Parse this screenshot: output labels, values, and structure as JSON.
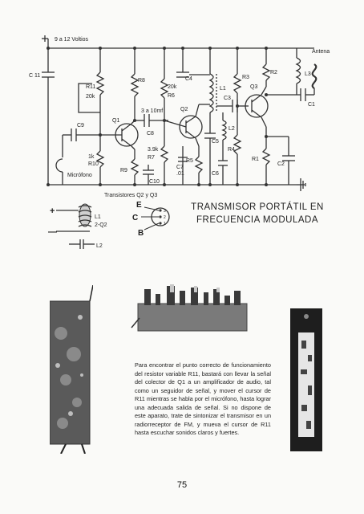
{
  "schematic": {
    "supply_label": "9 a 12 Voltios",
    "antenna_label": "Antena",
    "microphone_label": "Micrófono",
    "transistors_label": "Transistores Q2 y Q3",
    "components": {
      "c11": "C 11",
      "r11": "R11",
      "r11_value": "20k",
      "r8": "R8",
      "r6": "R6",
      "r6_value": "20k",
      "c4": "C4",
      "l1": "L1",
      "r3": "R3",
      "r2": "R2",
      "q3": "Q3",
      "l3": "L3",
      "c1": "C1",
      "c9": "C9",
      "q1": "Q1",
      "c8_value": "3 a 10mf",
      "c8": "C8",
      "q2": "Q2",
      "c3": "C3",
      "l2": "L2",
      "c5": "C5",
      "r4": "R4",
      "r1": "R1",
      "c2": "C2",
      "c6": "C6",
      "r10_value": "1k",
      "r10": "R10",
      "r9": "R9",
      "r7_value": "3.9k",
      "r7": "R7",
      "r5": "R5",
      "c7": "C7",
      "c7_value": ".01",
      "c10": "C10"
    },
    "pinout": {
      "e": "E",
      "c": "C",
      "b": "B",
      "pins": [
        "3",
        "2",
        "1"
      ]
    },
    "coil": {
      "plus": "+",
      "minus": "—",
      "l1": "L1",
      "l1_q2": "2-Q2",
      "l2": "L2"
    }
  },
  "title": {
    "line1": "TRANSMISOR  PORTÁTIL  EN",
    "line2": "FRECUENCIA     MODULADA"
  },
  "body_text": "Para encontrar el punto correcto de funcionamiento del resistor variable R11, bastará con llevar la señal del colector de Q1 a un amplificador de audio, tal como un seguidor de señal, y mover el cursor de R11 mientras se habla por el micrófono, hasta lograr una adecuada salida de señal. Si no dispone de este aparato, trate de sintonizar el transmisor en un radiorreceptor de FM, y mueva el cursor de R11 hasta escuchar sonidos claros y fuertes.",
  "page_number": "75"
}
